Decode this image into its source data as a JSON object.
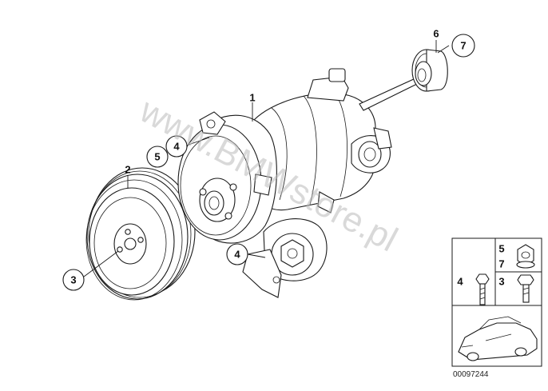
{
  "watermark": "www.BMWstore.pl",
  "callouts": {
    "pump": "1",
    "pulley": "2",
    "pulley_bolt": "3",
    "bracket_bolt_upper": "4",
    "bracket_bolt_lower": "4",
    "nut_upper": "5",
    "cap": "6",
    "washer": "7"
  },
  "hardware_box": {
    "nut_numbers": [
      "5",
      "7"
    ],
    "bolt_left_number": "4",
    "bolt_right_number": "3"
  },
  "document_number": "00097244"
}
